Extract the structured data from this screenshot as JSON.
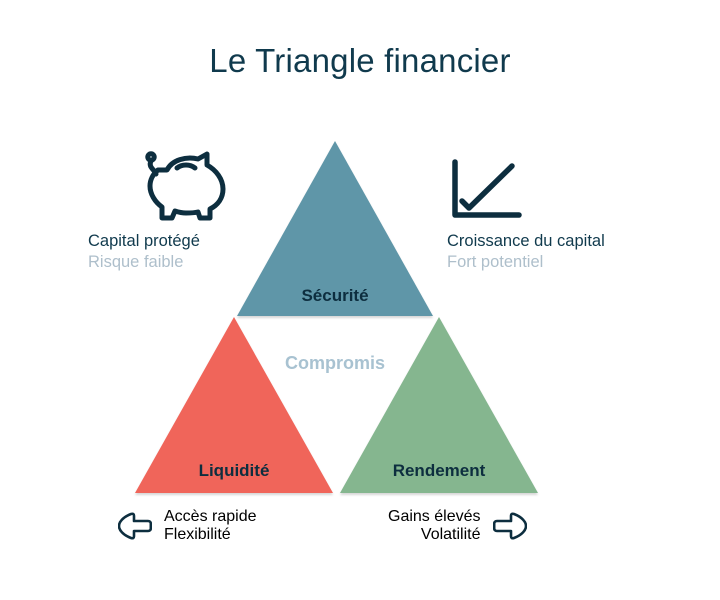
{
  "page": {
    "title": "Le Triangle financier",
    "background_color": "#ffffff"
  },
  "colors": {
    "navy": "#103a4d",
    "navy_dark": "#0d2e3f",
    "muted": "#aebfcb",
    "center_label": "#a8c2d1",
    "security_teal": "#5f96a8",
    "liquidity_red": "#f0655a",
    "yield_green": "#85b68f"
  },
  "triangles": {
    "top": {
      "label": "Sécurité",
      "color": "#5f96a8"
    },
    "left": {
      "label": "Liquidité",
      "color": "#f0655a"
    },
    "right": {
      "label": "Rendement",
      "color": "#85b68f"
    }
  },
  "center": {
    "label": "Compromis"
  },
  "corners": {
    "top_left": {
      "icon": "piggy-bank-icon",
      "primary": "Capital protégé",
      "secondary": "Risque faible"
    },
    "top_right": {
      "icon": "growth-chart-icon",
      "primary": "Croissance du capital",
      "secondary": "Fort potentiel"
    },
    "bottom_left": {
      "icon": "arrow-left-icon",
      "primary": "Accès rapide",
      "secondary": "Flexibilité"
    },
    "bottom_right": {
      "icon": "arrow-right-icon",
      "primary": "Gains élevés",
      "secondary": "Volatilité"
    }
  }
}
